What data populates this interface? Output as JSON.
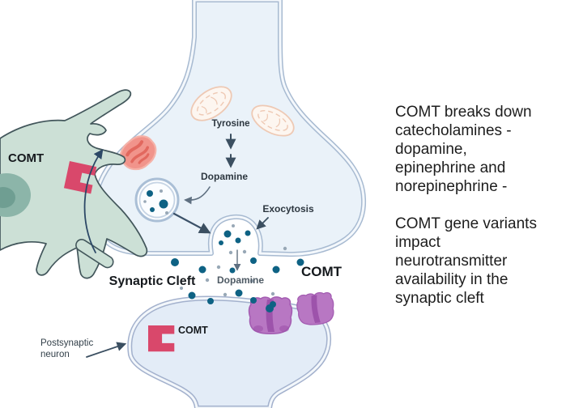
{
  "presynaptic": {
    "tyrosine_label": "Tyrosine",
    "dopamine_label": "Dopamine",
    "exocytosis_label": "Exocytosis"
  },
  "cleft": {
    "name_label": "Synaptic Cleft",
    "dopamine_label": "Dopamine",
    "comt_label": "COMT"
  },
  "astrocyte": {
    "comt_label": "COMT"
  },
  "postsynaptic": {
    "comt_label": "COMT",
    "neuron_label_lines": [
      "Postsynaptic",
      "neuron"
    ]
  },
  "side_panel": {
    "p1": [
      "COMT breaks down",
      "catecholamines -",
      "dopamine,",
      "epinephrine and",
      "norepinephrine -"
    ],
    "p2": [
      "COMT gene variants",
      "impact",
      "neurotransmitter",
      "availability in the",
      "synaptic cleft"
    ]
  },
  "colors": {
    "dopamine_dot": "#0e6284",
    "comt_enzyme": "#d9486b",
    "receptor": "#b877c3",
    "astrocyte_fill": "#cce0d6",
    "membrane": "#a7bad1",
    "neuron_fill": "#eaf2f9",
    "transporter": "#f1948b",
    "mitochondria_outline": "#eec9b4"
  }
}
